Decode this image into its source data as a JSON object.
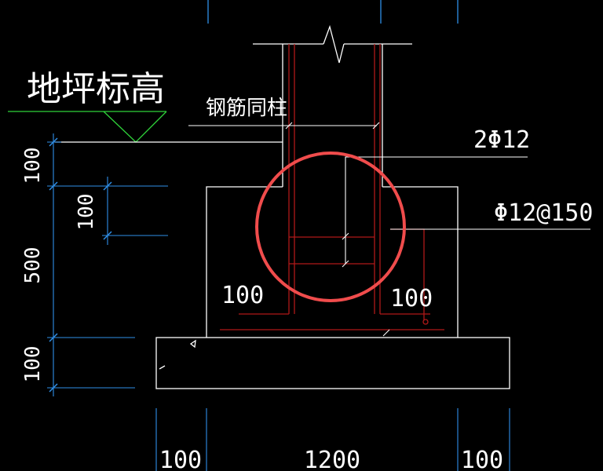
{
  "colors": {
    "background": "#000000",
    "outline": "#ffffff",
    "dimension": "#2f8fe8",
    "rebar": "#b01818",
    "ground": "#2fd43a",
    "highlight": "#f04c4c"
  },
  "labels": {
    "ground_elevation": "地坪标高",
    "rebar_same_column": "钢筋同柱",
    "rebar_2phi12": "2Φ12",
    "rebar_phi12_150": "Φ12@150",
    "cover_left": "100",
    "cover_right": "100"
  },
  "dimensions": {
    "left_1": "100",
    "left_2": "100",
    "left_3": "500",
    "left_4": "100",
    "bottom_left": "100",
    "bottom_mid": "1200",
    "bottom_right": "100"
  }
}
